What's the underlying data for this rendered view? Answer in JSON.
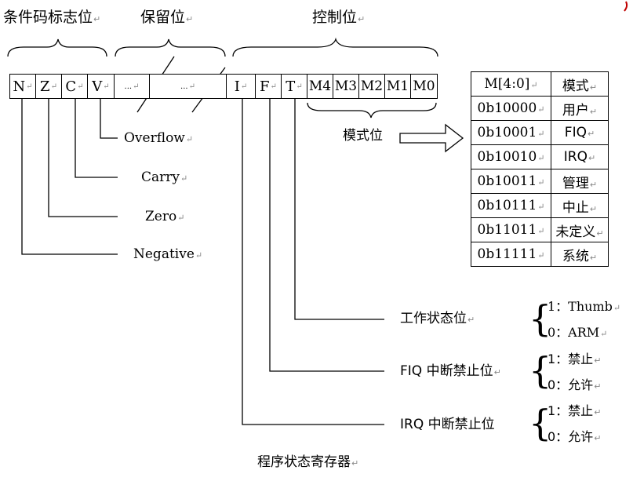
{
  "groups": {
    "condition": "条件码标志位",
    "reserved": "保留位",
    "control": "控制位"
  },
  "return_mark": "↵",
  "bits": {
    "N": "N",
    "Z": "Z",
    "C": "C",
    "V": "V",
    "reserved_dots": "...",
    "I": "I",
    "F": "F",
    "T": "T",
    "M4": "M4",
    "M3": "M3",
    "M2": "M2",
    "M1": "M1",
    "M0": "M0"
  },
  "flags": {
    "overflow": "Overflow",
    "carry": "Carry",
    "zero": "Zero",
    "negative": "Negative"
  },
  "mode_bits_label": "模式位",
  "mode_table": {
    "header": [
      "M[4:0]",
      "模式"
    ],
    "rows": [
      [
        "0b10000",
        "用户"
      ],
      [
        "0b10001",
        "FIQ"
      ],
      [
        "0b10010",
        "IRQ"
      ],
      [
        "0b10011",
        "管理"
      ],
      [
        "0b10111",
        "中止"
      ],
      [
        "0b11011",
        "未定义"
      ],
      [
        "0b11111",
        "系统"
      ]
    ]
  },
  "state_bit": {
    "label": "工作状态位",
    "one": "1：Thumb",
    "zero": "0：ARM"
  },
  "fiq_bit": {
    "label": "FIQ 中断禁止位",
    "one": "1：禁止",
    "zero": "0：允许"
  },
  "irq_bit": {
    "label": "IRQ 中断禁止位",
    "one": "1：禁止",
    "zero": "0：允许"
  },
  "caption": "程序状态寄存器"
}
